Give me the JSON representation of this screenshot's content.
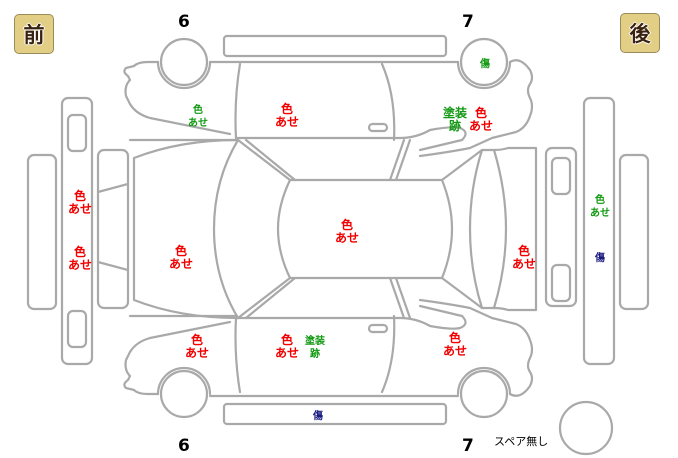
{
  "badges": {
    "front": "前",
    "rear": "後"
  },
  "tire_numbers": {
    "top_front": "6",
    "top_rear": "7",
    "bottom_front": "6",
    "bottom_rear": "7"
  },
  "spare_note": "スペア無し",
  "colors": {
    "fade": "#f20000",
    "repaint": "#119911",
    "scratch": "#1a1a80",
    "badge_bg": "#e2cf85",
    "outline": "#a9a9a9"
  },
  "marks": [
    {
      "id": "top-front-fender",
      "lines": [
        "色",
        "あせ"
      ],
      "color": "green"
    },
    {
      "id": "top-front-door",
      "lines": [
        "色",
        "あせ"
      ],
      "color": "red"
    },
    {
      "id": "top-rear-quarter-repaint",
      "lines": [
        "塗装",
        "跡"
      ],
      "color": "green"
    },
    {
      "id": "top-rear-quarter-fade",
      "lines": [
        "色",
        "あせ"
      ],
      "color": "red"
    },
    {
      "id": "top-rear-wheel",
      "lines": [
        "傷"
      ],
      "color": "green"
    },
    {
      "id": "front-bumper-upper",
      "lines": [
        "色",
        "あせ"
      ],
      "color": "red"
    },
    {
      "id": "front-bumper-lower",
      "lines": [
        "色",
        "あせ"
      ],
      "color": "red"
    },
    {
      "id": "hood",
      "lines": [
        "色",
        "あせ"
      ],
      "color": "red"
    },
    {
      "id": "roof",
      "lines": [
        "色",
        "あせ"
      ],
      "color": "red"
    },
    {
      "id": "trunk",
      "lines": [
        "色",
        "あせ"
      ],
      "color": "red"
    },
    {
      "id": "rear-bumper-fade",
      "lines": [
        "色",
        "あせ"
      ],
      "color": "green"
    },
    {
      "id": "rear-bumper-scratch",
      "lines": [
        "傷"
      ],
      "color": "navy"
    },
    {
      "id": "bottom-front-fender",
      "lines": [
        "色",
        "あせ"
      ],
      "color": "red"
    },
    {
      "id": "bottom-front-door-fade",
      "lines": [
        "色",
        "あせ"
      ],
      "color": "red"
    },
    {
      "id": "bottom-front-door-repaint",
      "lines": [
        "塗装",
        "跡"
      ],
      "color": "green"
    },
    {
      "id": "bottom-rear-quarter",
      "lines": [
        "色",
        "あせ"
      ],
      "color": "red"
    },
    {
      "id": "bottom-sill",
      "lines": [
        "傷"
      ],
      "color": "navy"
    }
  ]
}
